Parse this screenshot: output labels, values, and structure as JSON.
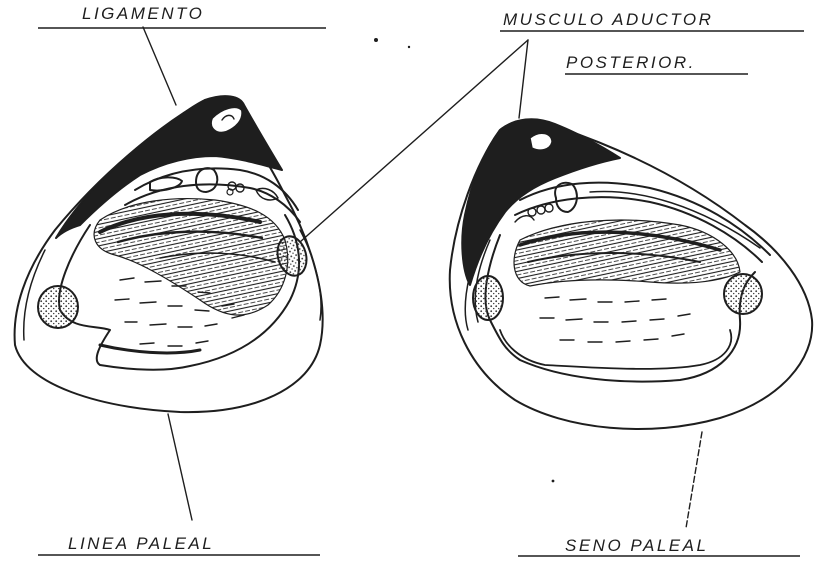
{
  "labels": {
    "ligamento": "LIGAMENTO",
    "musculo_line1": "MUSCULO ADUCTOR",
    "musculo_line2": "POSTERIOR.",
    "linea_paleal": "LINEA PALEAL",
    "seno_paleal": "SENO PALEAL"
  },
  "colors": {
    "ink": "#1e1e1e",
    "paper": "#ffffff",
    "stipple": "#3a3a3a"
  }
}
